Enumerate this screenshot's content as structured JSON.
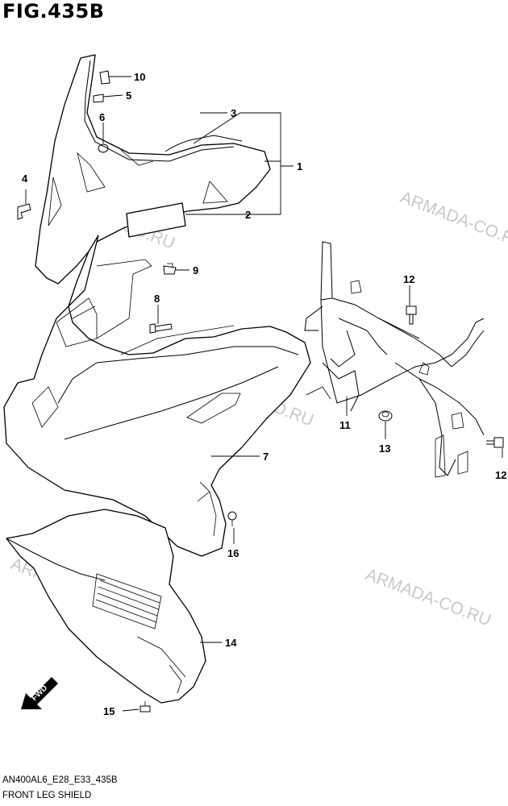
{
  "figure": {
    "title": "FIG.435B",
    "model_code": "AN400AL6_E28_E33_435B",
    "section_name": "FRONT LEG SHIELD"
  },
  "watermark": "ARMADA-CO.RU",
  "fwd_label": "FWD",
  "callouts": [
    "1",
    "2",
    "3",
    "4",
    "5",
    "6",
    "7",
    "8",
    "9",
    "10",
    "11",
    "12",
    "12",
    "13",
    "14",
    "15",
    "16"
  ]
}
